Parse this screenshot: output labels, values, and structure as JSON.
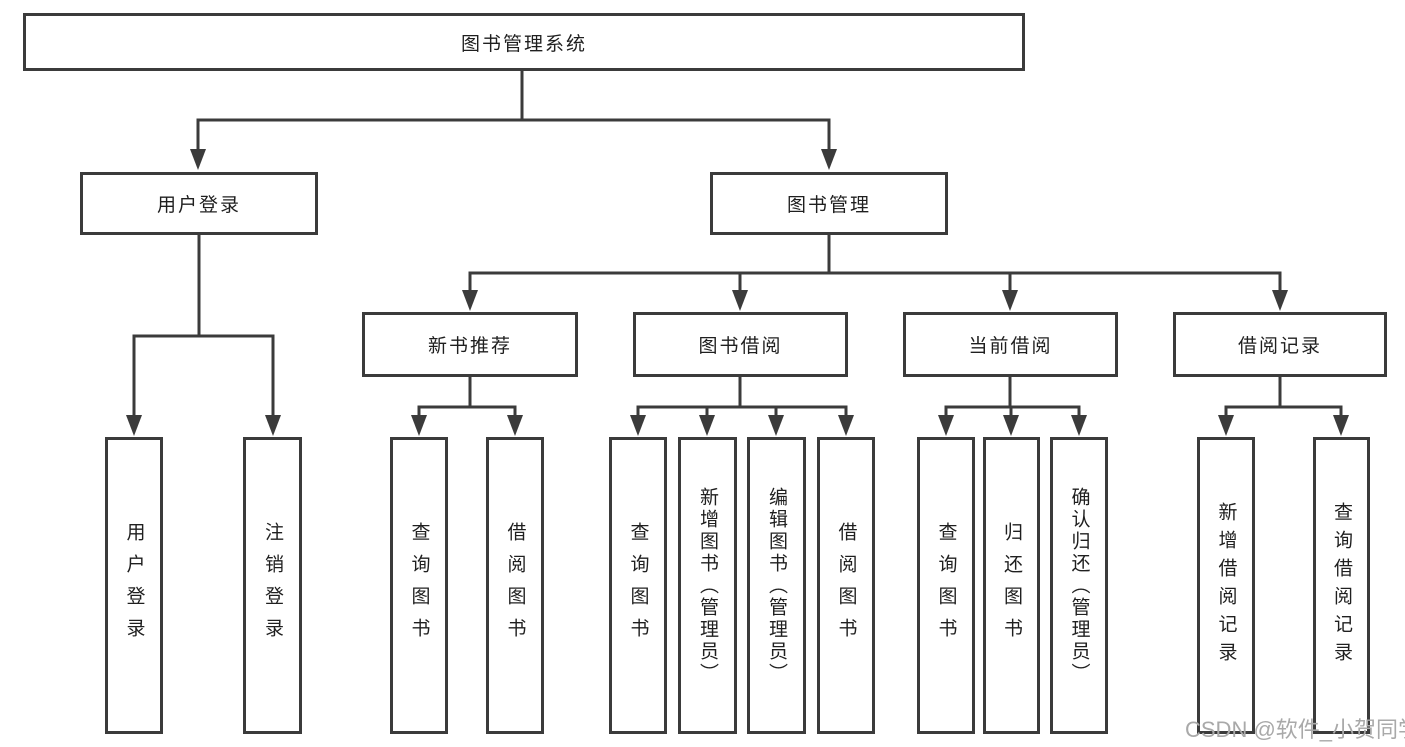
{
  "tree": {
    "root": {
      "label": "图书管理系统"
    },
    "level1": [
      {
        "label": "用户登录"
      },
      {
        "label": "图书管理"
      }
    ],
    "level2": [
      {
        "label": "新书推荐"
      },
      {
        "label": "图书借阅"
      },
      {
        "label": "当前借阅"
      },
      {
        "label": "借阅记录"
      }
    ],
    "leaves": {
      "user_login": [
        {
          "label": "用户登录"
        },
        {
          "label": "注销登录"
        }
      ],
      "new_book_recommend": [
        {
          "label": "查询图书"
        },
        {
          "label": "借阅图书"
        }
      ],
      "book_borrow": [
        {
          "label": "查询图书"
        },
        {
          "label": "新增图书（管理员）"
        },
        {
          "label": "编辑图书（管理员）"
        },
        {
          "label": "借阅图书"
        }
      ],
      "current_borrow": [
        {
          "label": "查询图书"
        },
        {
          "label": "归还图书"
        },
        {
          "label": "确认归还（管理员）"
        }
      ],
      "borrow_records": [
        {
          "label": "新增借阅记录"
        },
        {
          "label": "查询借阅记录"
        }
      ]
    }
  },
  "watermark": {
    "text": "CSDN @软件_小贺同学"
  },
  "colors": {
    "line": "#3b3b3b",
    "box_border": "#3b3b3b",
    "text": "#1f1f1f",
    "background": "#ffffff",
    "watermark": "#a9a9a9"
  }
}
